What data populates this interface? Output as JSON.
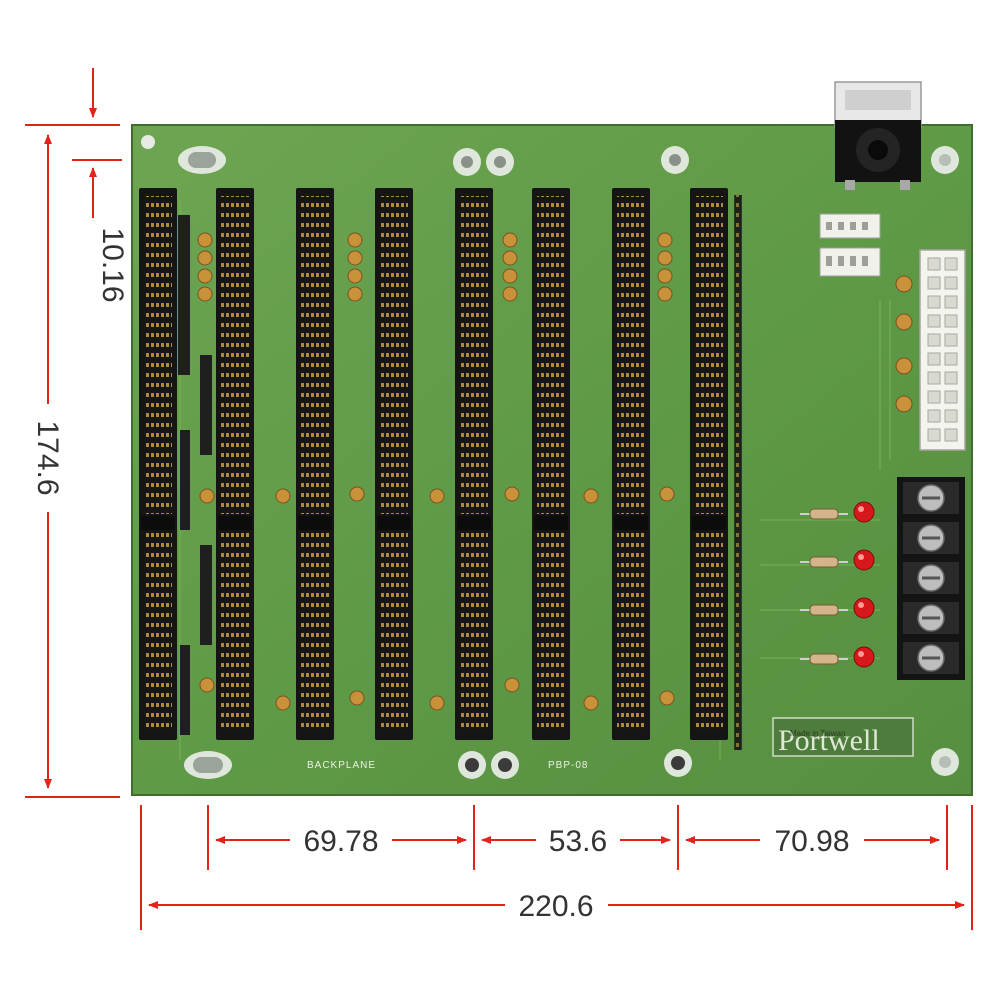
{
  "dimensions": {
    "top_offset": "10.16",
    "height": "174.6",
    "span_left": "69.78",
    "span_middle": "53.6",
    "span_right": "70.98",
    "overall_width": "220.6"
  },
  "board": {
    "silkscreen_backplane": "BACKPLANE",
    "silkscreen_model": "PBP-08",
    "logo_text": "Portwell",
    "logo_small_text": "Made in Taiwan",
    "slot_count": 8,
    "led_count": 4,
    "terminal_count": 5
  },
  "colors": {
    "dimension_line": "#e2231a",
    "board_green": "#5f9a47",
    "slot_black": "#1b1b1b",
    "led_red": "#d8171a"
  }
}
